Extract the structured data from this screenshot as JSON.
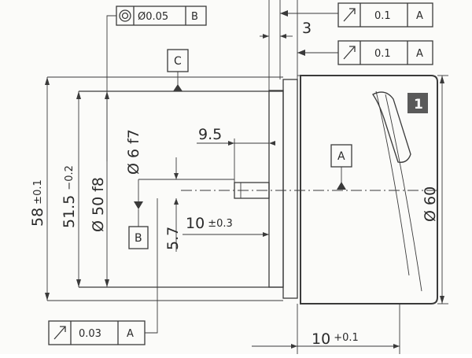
{
  "colors": {
    "line": "#3a3a3a",
    "background": "#fbfbf9",
    "badge": "#5a5a5a",
    "badge_text": "#ffffff",
    "body_shade": "#f1f1ee"
  },
  "icons": {
    "concentricity": "concentricity-icon",
    "runout": "circular-runout-icon",
    "datum_triangle": "datum-triangle-icon"
  },
  "feature_frames": {
    "top_concentricity": {
      "tolerance": "Ø0.05",
      "datum": "B"
    },
    "top_runout_1": {
      "tolerance": "0.1",
      "datum": "A"
    },
    "top_runout_2": {
      "tolerance": "0.1",
      "datum": "A"
    },
    "bottom_runout": {
      "tolerance": "0.03",
      "datum": "A"
    }
  },
  "datums": {
    "c": "C",
    "a": "A",
    "b": "B"
  },
  "dimensions": {
    "overall_height": "58",
    "overall_height_tol": "±0.1",
    "height_51": "51.5",
    "height_51_tol": "−0.2",
    "dia_50": "Ø 50 f8",
    "dia_6": "Ø 6 f7",
    "dia_60": "Ø 60",
    "shaft_len": "9.5",
    "pilot_len": "10",
    "pilot_len_tol": "±0.3",
    "offset": "5.7",
    "flange_thk": "3",
    "body_len": "10",
    "body_len_tol": "+0.1"
  },
  "badge": {
    "label": "1"
  }
}
